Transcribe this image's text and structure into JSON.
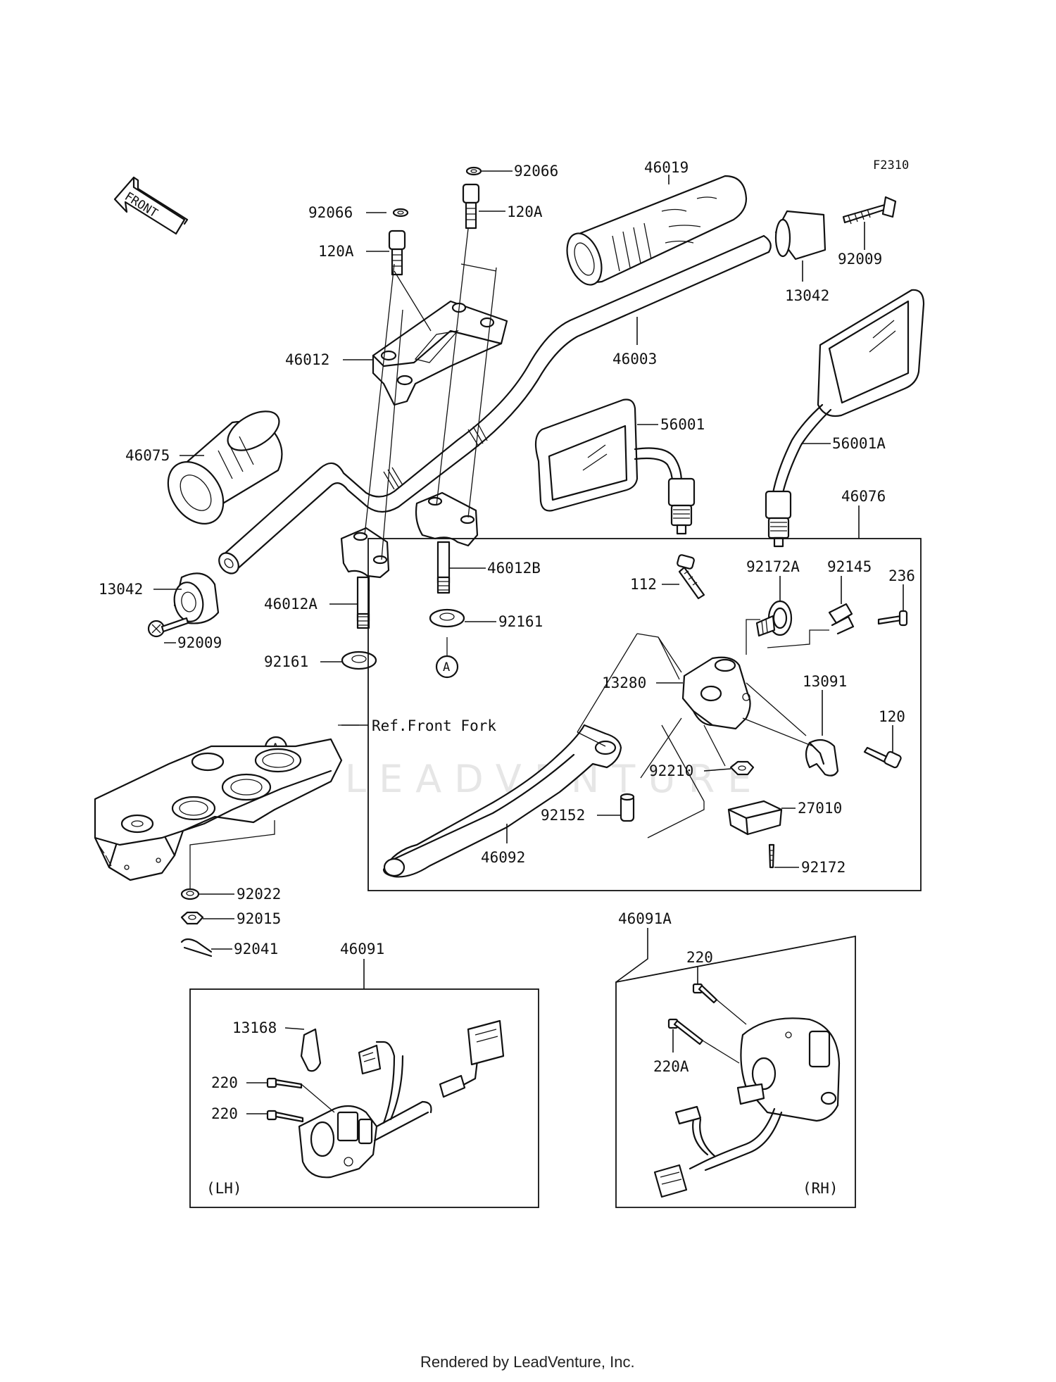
{
  "figure_code": "F2310",
  "front_arrow": "FRONT",
  "watermark": "LEADVENTURE",
  "reference_text": "Ref.Front Fork",
  "callout_a": "A",
  "side_lh": "(LH)",
  "side_rh": "(RH)",
  "footer": "Rendered by LeadVenture, Inc.",
  "labels": {
    "p92066_top": "92066",
    "p92066_left": "92066",
    "p120a_right": "120A",
    "p120a_left": "120A",
    "p46019": "46019",
    "p92009_right": "92009",
    "p13042_right": "13042",
    "p46012": "46012",
    "p46003": "46003",
    "p56001": "56001",
    "p56001a": "56001A",
    "p46075": "46075",
    "p46076": "46076",
    "p13042_left": "13042",
    "p46012a": "46012A",
    "p46012b": "46012B",
    "p92009_left": "92009",
    "p92161_right": "92161",
    "p92161_left": "92161",
    "p112": "112",
    "p92172a": "92172A",
    "p92145": "92145",
    "p236": "236",
    "p13280": "13280",
    "p13091": "13091",
    "p120": "120",
    "p92210": "92210",
    "p92152": "92152",
    "p27010": "27010",
    "p46092": "46092",
    "p92172": "92172",
    "p92022": "92022",
    "p92015": "92015",
    "p92041": "92041",
    "p46091": "46091",
    "p46091a": "46091A",
    "p13168": "13168",
    "p220_lh1": "220",
    "p220_lh2": "220",
    "p220_rh": "220",
    "p220a_rh": "220A"
  }
}
